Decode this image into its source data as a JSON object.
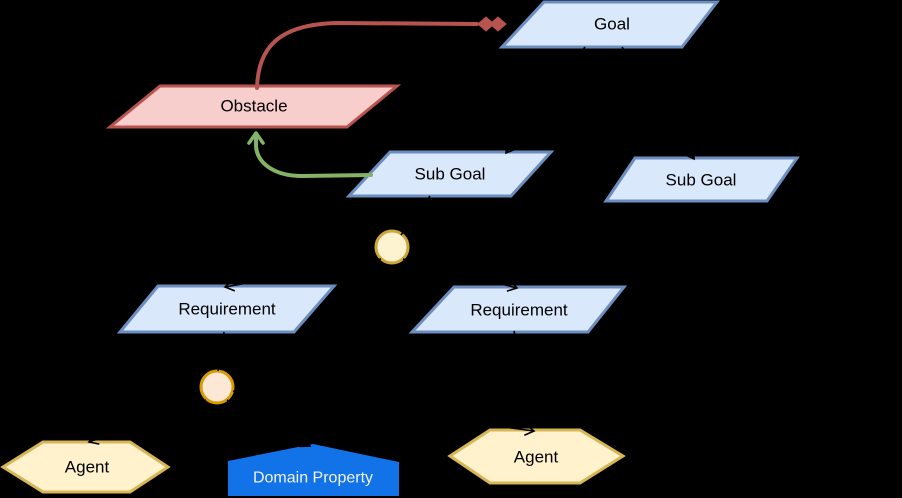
{
  "diagram": {
    "kind": "goal-model-diagram",
    "background": "#000000",
    "nodes": [
      {
        "id": "goal",
        "label": "Goal",
        "shape": "parallelogram",
        "fill": "#dae8fc",
        "stroke": "#6c8ebf"
      },
      {
        "id": "obstacle",
        "label": "Obstacle",
        "shape": "parallelogram",
        "fill": "#f8cecc",
        "stroke": "#b85450"
      },
      {
        "id": "sub-goal-1",
        "label": "Sub Goal",
        "shape": "parallelogram",
        "fill": "#dae8fc",
        "stroke": "#6c8ebf"
      },
      {
        "id": "sub-goal-2",
        "label": "Sub Goal",
        "shape": "parallelogram",
        "fill": "#dae8fc",
        "stroke": "#6c8ebf"
      },
      {
        "id": "requirement-1",
        "label": "Requirement",
        "shape": "parallelogram",
        "fill": "#dae8fc",
        "stroke": "#6c8ebf"
      },
      {
        "id": "requirement-2",
        "label": "Requirement",
        "shape": "parallelogram",
        "fill": "#dae8fc",
        "stroke": "#6c8ebf"
      },
      {
        "id": "refinement-node-1",
        "label": "",
        "shape": "circle",
        "fill": "#fdf3d1",
        "stroke": "#cfa63d"
      },
      {
        "id": "refinement-node-2",
        "label": "",
        "shape": "circle",
        "fill": "#fce8d4",
        "stroke": "#d79b00"
      },
      {
        "id": "agent-1",
        "label": "Agent",
        "shape": "hexagon",
        "fill": "#fff2cc",
        "stroke": "#d6b656"
      },
      {
        "id": "domain-property",
        "label": "Domain Property",
        "shape": "pentagon",
        "fill": "#1272e8",
        "stroke": "#1272e8",
        "text_color": "#f2f2f2"
      },
      {
        "id": "agent-2",
        "label": "Agent",
        "shape": "hexagon",
        "fill": "#fff2cc",
        "stroke": "#d6b656"
      }
    ],
    "connectors": [
      {
        "id": "obstruction-link",
        "from": "obstacle",
        "to": "goal",
        "color": "#b85450",
        "head": "double-diamond"
      },
      {
        "id": "resolution-link",
        "from": "sub-goal-1",
        "to": "obstacle",
        "color": "#82b366",
        "head": "open-arrow"
      },
      {
        "id": "refine-goal-subgoal-1",
        "from": "goal",
        "to": "sub-goal-1",
        "color": "#000000",
        "head": "open-arrow"
      },
      {
        "id": "refine-goal-subgoal-2",
        "from": "goal",
        "to": "sub-goal-2",
        "color": "#000000",
        "head": "open-arrow"
      },
      {
        "id": "subgoal1-to-node",
        "from": "sub-goal-1",
        "to": "refinement-node-1",
        "color": "#000000",
        "head": "none"
      },
      {
        "id": "node1-to-requirement-1",
        "from": "refinement-node-1",
        "to": "requirement-1",
        "color": "#000000",
        "head": "open-arrow"
      },
      {
        "id": "node1-to-requirement-2",
        "from": "refinement-node-1",
        "to": "requirement-2",
        "color": "#000000",
        "head": "open-arrow"
      },
      {
        "id": "requirement1-to-node",
        "from": "requirement-1",
        "to": "refinement-node-2",
        "color": "#000000",
        "head": "none"
      },
      {
        "id": "node2-to-agent-1",
        "from": "refinement-node-2",
        "to": "agent-1",
        "color": "#000000",
        "head": "open-arrow"
      },
      {
        "id": "node2-to-domain-property",
        "from": "refinement-node-2",
        "to": "domain-property",
        "color": "#000000",
        "head": "open-arrow"
      },
      {
        "id": "node2-to-agent-2",
        "from": "refinement-node-2",
        "to": "agent-2",
        "color": "#000000",
        "head": "open-arrow"
      }
    ],
    "colors": {
      "background": "#000000",
      "blue_fill": "#dae8fc",
      "blue_stroke": "#6c8ebf",
      "obstacle_fill": "#f8cecc",
      "obstacle_stroke": "#b85450",
      "agent_fill": "#fff2cc",
      "agent_stroke": "#d6b656",
      "domain_property_fill": "#1272e8",
      "obstruction_link": "#b85450",
      "resolution_link": "#82b366"
    }
  }
}
